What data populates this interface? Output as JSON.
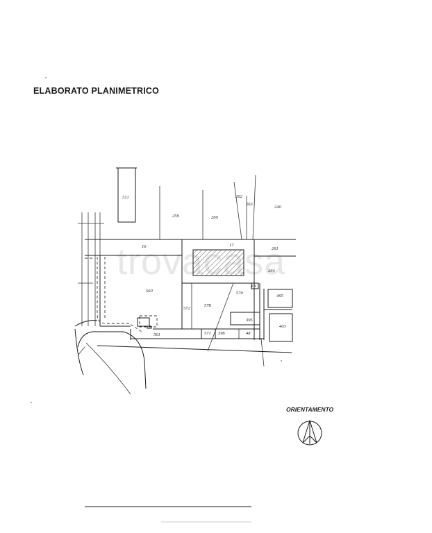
{
  "title": "ELABORATO PLANIMETRICO",
  "orientation_label": "ORIENTAMENTO",
  "watermark": "trovacasa",
  "parcels": {
    "p321": "321",
    "p259": "259",
    "p260": "260",
    "p262": "262",
    "p263": "263",
    "p240": "240",
    "p16": "16",
    "p17": "17",
    "p261": "261",
    "p264": "264",
    "p560": "560",
    "p570": "570",
    "pEN": "EN",
    "p465": "465",
    "p572": "572",
    "p578": "578",
    "p395": "395",
    "p403": "403",
    "p561": "561",
    "p571": "571",
    "p396": "396",
    "p48": "48"
  }
}
